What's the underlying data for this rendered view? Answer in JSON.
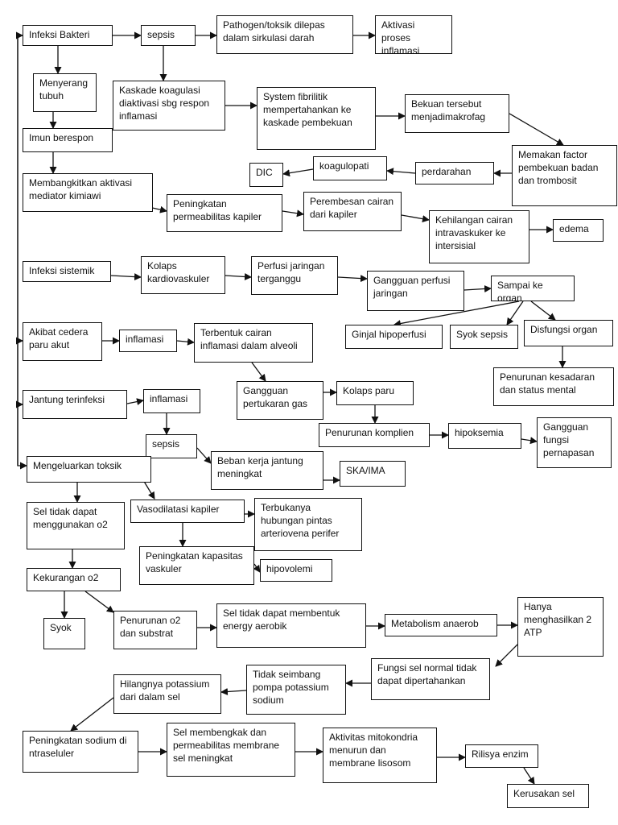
{
  "nodes": [
    {
      "id": "infeksi_bakteri",
      "text": "Infeksi Bakteri"
    },
    {
      "id": "sepsis1",
      "text": "sepsis"
    },
    {
      "id": "pathogen",
      "text": "Pathogen/toksik dilepas dalam sirkulasi darah"
    },
    {
      "id": "aktivasi",
      "text": "Aktivasi proses inflamasi"
    },
    {
      "id": "menyerang",
      "text": "Menyerang tubuh"
    },
    {
      "id": "kaskade",
      "text": "Kaskade koagulasi diaktivasi sbg respon inflamasi"
    },
    {
      "id": "fibrilitik",
      "text": "System fibrilitik mempertahankan ke kaskade pembekuan"
    },
    {
      "id": "bekuan",
      "text": "Bekuan tersebut menjadimakrofag"
    },
    {
      "id": "imun",
      "text": "Imun berespon"
    },
    {
      "id": "memakan",
      "text": "Memakan factor pembekuan badan dan trombosit"
    },
    {
      "id": "dic",
      "text": "DIC"
    },
    {
      "id": "koagulopati",
      "text": "koagulopati"
    },
    {
      "id": "perdarahan",
      "text": "perdarahan"
    },
    {
      "id": "membangkitkan",
      "text": "Membangkitkan aktivasi mediator kimiawi"
    },
    {
      "id": "peningkatan_perm",
      "text": "Peningkatan permeabilitas kapiler"
    },
    {
      "id": "perembesan",
      "text": "Perembesan cairan dari kapiler"
    },
    {
      "id": "kehilangan",
      "text": "Kehilangan cairan intravaskuker ke intersisial"
    },
    {
      "id": "edema",
      "text": "edema"
    },
    {
      "id": "infeksi_sistemik",
      "text": "Infeksi sistemik"
    },
    {
      "id": "kolaps_kardio",
      "text": "Kolaps kardiovaskuler"
    },
    {
      "id": "perfusi_terganggu",
      "text": "Perfusi jaringan terganggu"
    },
    {
      "id": "gangguan_perfusi",
      "text": "Gangguan perfusi jaringan"
    },
    {
      "id": "sampai_organ",
      "text": "Sampai ke organ"
    },
    {
      "id": "akibat_cedera",
      "text": "Akibat cedera paru akut"
    },
    {
      "id": "inflamasi1",
      "text": "inflamasi"
    },
    {
      "id": "terbentuk_cairan",
      "text": "Terbentuk cairan inflamasi dalam alveoli"
    },
    {
      "id": "ginjal",
      "text": "Ginjal hipoperfusi"
    },
    {
      "id": "syok_sepsis",
      "text": "Syok sepsis"
    },
    {
      "id": "disfungsi",
      "text": "Disfungsi organ"
    },
    {
      "id": "gangguan_gas",
      "text": "Gangguan pertukaran gas"
    },
    {
      "id": "kolaps_paru",
      "text": "Kolaps paru"
    },
    {
      "id": "penurunan_kesadaran",
      "text": "Penurunan kesadaran dan status mental"
    },
    {
      "id": "jantung",
      "text": "Jantung terinfeksi"
    },
    {
      "id": "inflamasi2",
      "text": "inflamasi"
    },
    {
      "id": "penurunan_komplien",
      "text": "Penurunan komplien"
    },
    {
      "id": "hipoksemia",
      "text": "hipoksemia"
    },
    {
      "id": "gangguan_fungsi",
      "text": "Gangguan fungsi pernapasan"
    },
    {
      "id": "sepsis2",
      "text": "sepsis"
    },
    {
      "id": "beban",
      "text": "Beban kerja jantung meningkat"
    },
    {
      "id": "ska",
      "text": "SKA/IMA"
    },
    {
      "id": "mengeluarkan",
      "text": "Mengeluarkan toksik"
    },
    {
      "id": "sel_tidak_o2",
      "text": "Sel tidak dapat menggunakan o2"
    },
    {
      "id": "vasodilatasi",
      "text": "Vasodilatasi kapiler"
    },
    {
      "id": "terbukanya",
      "text": "Terbukanya hubungan pintas arteriovena perifer"
    },
    {
      "id": "peningkatan_kap",
      "text": "Peningkatan kapasitas vaskuler"
    },
    {
      "id": "hipovolemi",
      "text": "hipovolemi"
    },
    {
      "id": "kekurangan",
      "text": "Kekurangan o2"
    },
    {
      "id": "syok",
      "text": "Syok"
    },
    {
      "id": "penurunan_o2",
      "text": "Penurunan o2 dan substrat"
    },
    {
      "id": "sel_energy",
      "text": "Sel tidak dapat membentuk energy aerobik"
    },
    {
      "id": "metabolism",
      "text": "Metabolism anaerob"
    },
    {
      "id": "hanya",
      "text": "Hanya menghasilkan 2 ATP"
    },
    {
      "id": "fungsi_sel",
      "text": "Fungsi sel normal tidak dapat dipertahankan"
    },
    {
      "id": "tidak_seimbang",
      "text": "Tidak seimbang pompa potassium sodium"
    },
    {
      "id": "hilangnya",
      "text": "Hilangnya potassium dari dalam sel"
    },
    {
      "id": "peningkatan_sodium",
      "text": "Peningkatan sodium di ntraseluler"
    },
    {
      "id": "sel_membengkak",
      "text": "Sel membengkak dan permeabilitas membrane sel meningkat"
    },
    {
      "id": "aktivitas_mito",
      "text": "Aktivitas mitokondria menurun dan membrane lisosom"
    },
    {
      "id": "rilisya",
      "text": "Rilisya enzim"
    },
    {
      "id": "kerusakan",
      "text": "Kerusakan sel"
    }
  ],
  "edges": [
    [
      "infeksi_bakteri",
      "sepsis1"
    ],
    [
      "sepsis1",
      "pathogen"
    ],
    [
      "pathogen",
      "aktivasi"
    ],
    [
      "infeksi_bakteri",
      "menyerang"
    ],
    [
      "sepsis1",
      "kaskade"
    ],
    [
      "kaskade",
      "fibrilitik"
    ],
    [
      "fibrilitik",
      "bekuan"
    ],
    [
      "bekuan",
      "memakan"
    ],
    [
      "memakan",
      "perdarahan"
    ],
    [
      "perdarahan",
      "koagulopati"
    ],
    [
      "koagulopati",
      "dic"
    ],
    [
      "menyerang",
      "imun"
    ],
    [
      "imun",
      "membangkitkan"
    ],
    [
      "membangkitkan",
      "peningkatan_perm"
    ],
    [
      "peningkatan_perm",
      "perembesan"
    ],
    [
      "perembesan",
      "kehilangan"
    ],
    [
      "kehilangan",
      "edema"
    ],
    [
      "infeksi_bakteri",
      "infeksi_sistemik"
    ],
    [
      "infeksi_sistemik",
      "kolaps_kardio"
    ],
    [
      "kolaps_kardio",
      "perfusi_terganggu"
    ],
    [
      "perfusi_terganggu",
      "gangguan_perfusi"
    ],
    [
      "gangguan_perfusi",
      "sampai_organ"
    ],
    [
      "sampai_organ",
      "ginjal"
    ],
    [
      "sampai_organ",
      "syok_sepsis"
    ],
    [
      "sampai_organ",
      "disfungsi"
    ],
    [
      "disfungsi",
      "penurunan_kesadaran"
    ],
    [
      "infeksi_bakteri",
      "akibat_cedera"
    ],
    [
      "akibat_cedera",
      "inflamasi1"
    ],
    [
      "inflamasi1",
      "terbentuk_cairan"
    ],
    [
      "terbentuk_cairan",
      "gangguan_gas"
    ],
    [
      "gangguan_gas",
      "kolaps_paru"
    ],
    [
      "kolaps_paru",
      "penurunan_komplien"
    ],
    [
      "penurunan_komplien",
      "hipoksemia"
    ],
    [
      "hipoksemia",
      "gangguan_fungsi"
    ],
    [
      "infeksi_bakteri",
      "jantung"
    ],
    [
      "jantung",
      "inflamasi2"
    ],
    [
      "inflamasi2",
      "sepsis2"
    ],
    [
      "sepsis2",
      "beban"
    ],
    [
      "beban",
      "ska"
    ],
    [
      "infeksi_bakteri",
      "mengeluarkan"
    ],
    [
      "mengeluarkan",
      "sel_tidak_o2"
    ],
    [
      "mengeluarkan",
      "vasodilatasi"
    ],
    [
      "vasodilatasi",
      "terbukanya"
    ],
    [
      "vasodilatasi",
      "peningkatan_kap"
    ],
    [
      "peningkatan_kap",
      "hipovolemi"
    ],
    [
      "sel_tidak_o2",
      "kekurangan"
    ],
    [
      "kekurangan",
      "syok"
    ],
    [
      "kekurangan",
      "penurunan_o2"
    ],
    [
      "penurunan_o2",
      "sel_energy"
    ],
    [
      "sel_energy",
      "metabolism"
    ],
    [
      "metabolism",
      "hanya"
    ],
    [
      "hanya",
      "fungsi_sel"
    ],
    [
      "fungsi_sel",
      "tidak_seimbang"
    ],
    [
      "tidak_seimbang",
      "hilangnya"
    ],
    [
      "hilangnya",
      "peningkatan_sodium"
    ],
    [
      "peningkatan_sodium",
      "sel_membengkak"
    ],
    [
      "sel_membengkak",
      "aktivitas_mito"
    ],
    [
      "aktivitas_mito",
      "rilisya"
    ],
    [
      "rilisya",
      "kerusakan"
    ]
  ]
}
